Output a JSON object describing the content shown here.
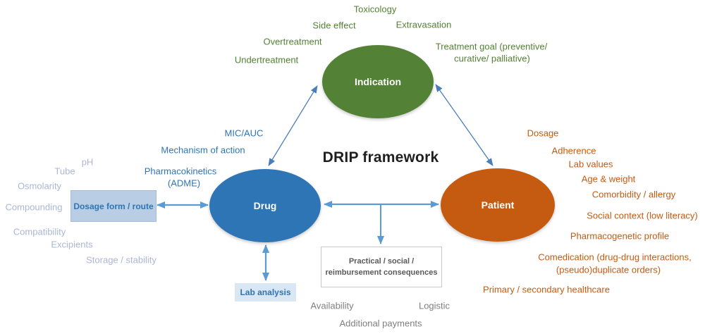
{
  "title": "DRIP framework",
  "colors": {
    "indication_green": "#538135",
    "drug_blue": "#2E75B6",
    "patient_orange": "#C55A11",
    "arrow_blue": "#5B9BD5",
    "arrow_thin_blue": "#4a7ebb",
    "formulation_grayblue": "#aab6d3",
    "logistics_gray": "#7f7f7f",
    "box_fill_blue": "#b9cde4",
    "box_fill_lightblue": "#d9e6f3"
  },
  "nodes": {
    "indication": {
      "label": "Indication"
    },
    "drug": {
      "label": "Drug"
    },
    "patient": {
      "label": "Patient"
    }
  },
  "indication_factors": [
    "Toxicology",
    "Side effect",
    "Extravasation",
    "Overtreatment",
    "Undertreatment",
    "Treatment goal (preventive/",
    "curative/ palliative)"
  ],
  "drug_factors": [
    "MIC/AUC",
    "Mechanism of action",
    "Pharmacokinetics",
    "(ADME)"
  ],
  "formulation_factors": [
    "pH",
    "Tube",
    "Osmolarity",
    "Compounding",
    "Compatibility",
    "Excipients",
    "Storage / stability"
  ],
  "patient_factors": [
    "Dosage",
    "Adherence",
    "Lab values",
    "Age & weight",
    "Comorbidity / allergy",
    "Social context (low literacy)",
    "Pharmacogenetic profile",
    "Comedication (drug-drug interactions,",
    "(pseudo)duplicate orders)",
    "Primary / secondary healthcare"
  ],
  "logistics_factors": [
    "Availability",
    "Logistic",
    "Additional payments"
  ],
  "boxes": {
    "dosage_form": {
      "label": "Dosage form / route"
    },
    "lab_analysis": {
      "label": "Lab analysis"
    },
    "practical": {
      "line1": "Practical / social /",
      "line2": "reimbursement consequences"
    }
  }
}
